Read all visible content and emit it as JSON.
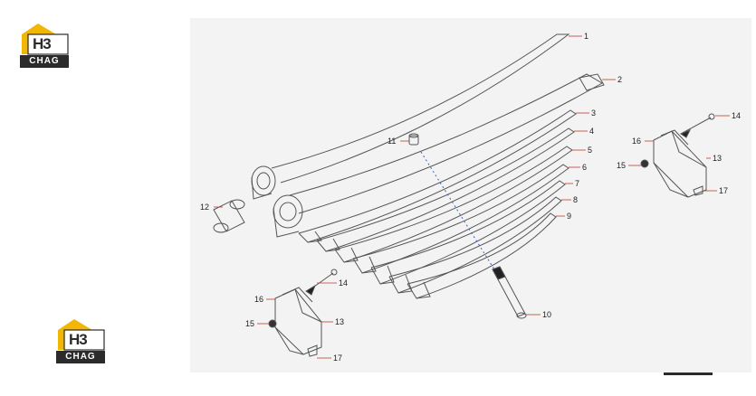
{
  "brand": {
    "logo_mark": "H3",
    "logo_text": "CHAG",
    "accent": "#f2b705",
    "dark": "#2b2b2b"
  },
  "diagram": {
    "callouts": {
      "c1": "1",
      "c2": "2",
      "c3": "3",
      "c4": "4",
      "c5": "5",
      "c6": "6",
      "c7": "7",
      "c8": "8",
      "c9": "9",
      "c10": "10",
      "c11": "11",
      "c12": "12",
      "c13a": "13",
      "c14a": "14",
      "c15a": "15",
      "c16a": "16",
      "c17a": "17",
      "c13b": "13",
      "c14b": "14",
      "c15b": "15",
      "c16b": "16",
      "c17b": "17"
    }
  }
}
